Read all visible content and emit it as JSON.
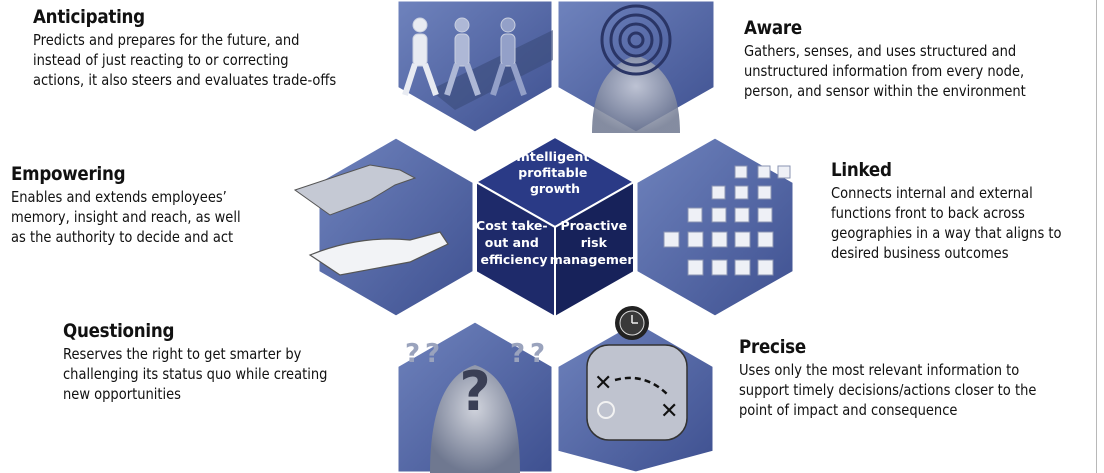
{
  "traits": {
    "anticipating": {
      "title": "Anticipating",
      "lines": [
        "Predicts and prepares for the future, and",
        "instead of just reacting to or correcting",
        "actions, it also steers and evaluates trade-offs"
      ]
    },
    "aware": {
      "title": "Aware",
      "lines": [
        "Gathers, senses, and uses structured and",
        "unstructured information from every node,",
        "person, and sensor within the environment"
      ]
    },
    "empowering": {
      "title": "Empowering",
      "lines": [
        "Enables and extends employees’",
        "memory, insight and reach, as well",
        "as the authority to decide and act"
      ]
    },
    "linked": {
      "title": "Linked",
      "lines": [
        "Connects internal and external",
        "functions front to back across",
        "geographies in a way that aligns to",
        "desired business outcomes"
      ]
    },
    "questioning": {
      "title": "Questioning",
      "lines": [
        "Reserves the right to get smarter by",
        "challenging its status quo while creating",
        "new opportunities"
      ]
    },
    "precise": {
      "title": "Precise",
      "lines": [
        "Uses only the most relevant information to",
        "support timely decisions/actions closer to the",
        "point of impact and consequence"
      ]
    }
  },
  "center": {
    "top": [
      "Intelligent",
      "profitable",
      "growth"
    ],
    "left": [
      "Cost take-",
      "out and",
      "efficiency"
    ],
    "right": [
      "Proactive",
      "risk",
      "management"
    ]
  },
  "colors": {
    "hex_blue": "#5b6fa8",
    "hex_dark": "#3b4b86",
    "cube_top": "#2a3a86",
    "cube_left": "#1e2a6a",
    "cube_right": "#17225a"
  },
  "icons": [
    "walking-figures-icon",
    "head-rings-icon",
    "hand-reach-icon",
    "cube-grid-icon",
    "question-head-icon",
    "clock-map-icon"
  ]
}
